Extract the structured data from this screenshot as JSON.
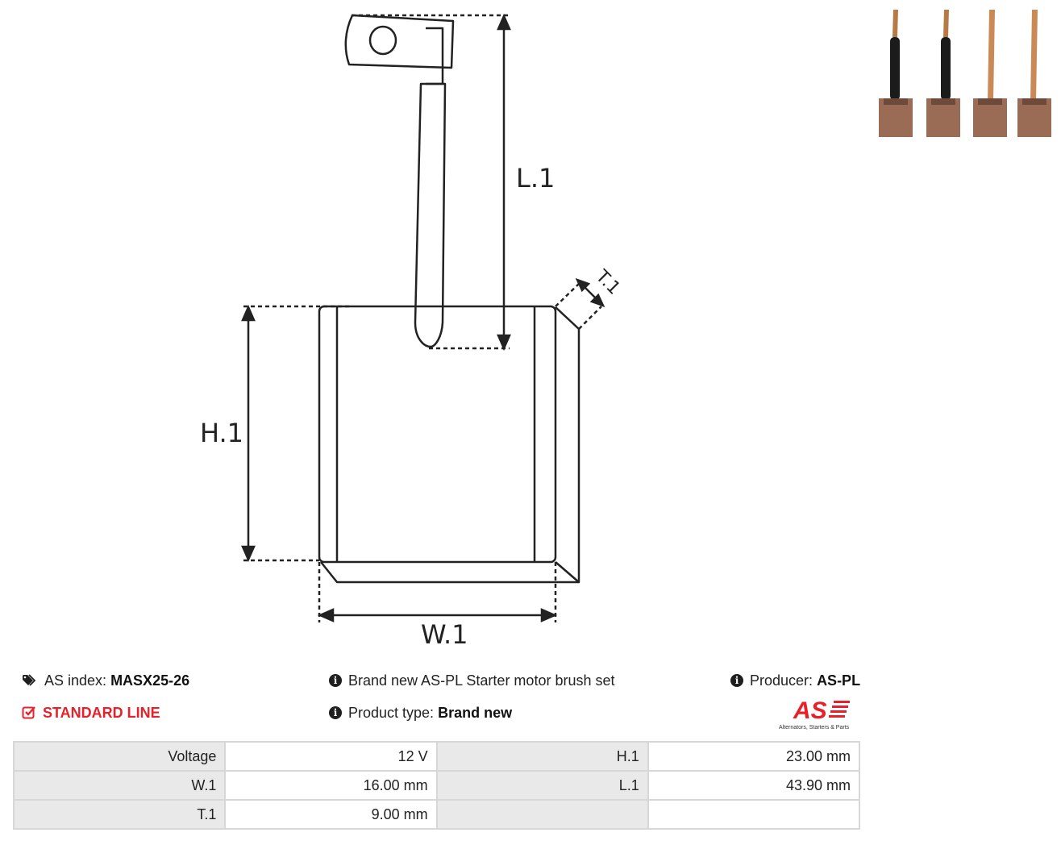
{
  "drawing": {
    "labels": {
      "l1": "L.1",
      "t1": "T.1",
      "h1": "H.1",
      "w1": "W.1"
    }
  },
  "photo": {
    "icon": "brush-set-photo"
  },
  "info": {
    "as_index_label": "AS index:",
    "as_index_value": "MASX25-26",
    "line_label": "STANDARD LINE",
    "description": "Brand new AS-PL Starter motor brush set",
    "product_type_label": "Product type:",
    "product_type_value": "Brand new",
    "producer_label": "Producer:",
    "producer_value": "AS-PL"
  },
  "logo": {
    "mark": "AS",
    "tagline": "Alternators, Starters & Parts"
  },
  "specs": [
    {
      "k1": "Voltage",
      "v1": "12 V",
      "k2": "H.1",
      "v2": "23.00 mm"
    },
    {
      "k1": "W.1",
      "v1": "16.00 mm",
      "k2": "L.1",
      "v2": "43.90 mm"
    },
    {
      "k1": "T.1",
      "v1": "9.00 mm",
      "k2": "",
      "v2": ""
    }
  ],
  "colors": {
    "accent": "#e8202a",
    "table_key_bg": "#e9e9e9",
    "table_border": "#d7d7d7"
  }
}
